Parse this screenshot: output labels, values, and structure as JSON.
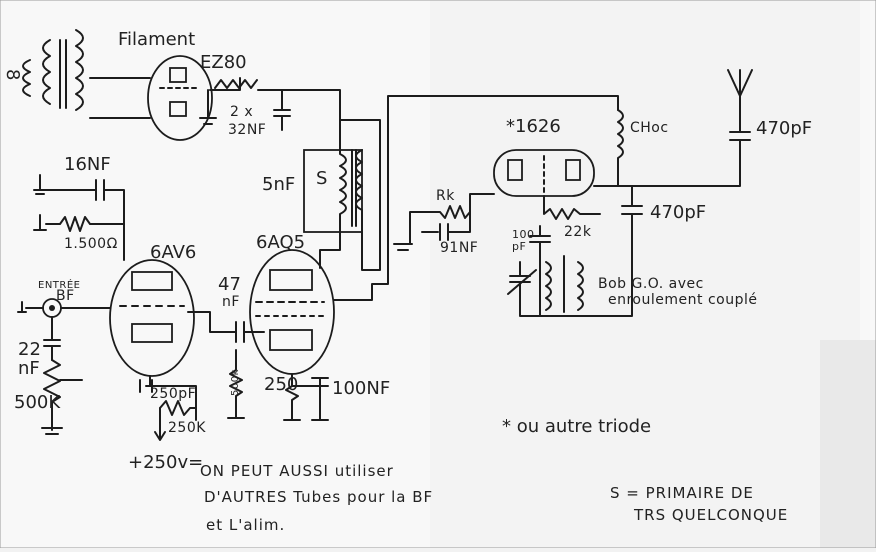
{
  "labels": {
    "transformer_mark": "8",
    "filament": "Filament",
    "ez80": "EZ80",
    "filter_caps_count": "2 x",
    "filter_caps_value": "32NF",
    "c16nf": "16NF",
    "r1500": "1.500Ω",
    "tube_6av6": "6AV6",
    "input_top": "ENTRÉE",
    "input_bottom": "BF",
    "c22_top": "22",
    "c22_bottom": "nF",
    "pot_500k": "500K",
    "c250pf": "250pF",
    "r250k": "250K",
    "b_plus": "+250v=",
    "c47_top": "47",
    "c47_bottom": "nF",
    "tube_6aq5": "6AQ5",
    "r_grid": "500k",
    "r250": "250",
    "c100nf": "100NF",
    "c5nf": "5nF",
    "s_mark": "S",
    "tube_1626": "*1626",
    "choke": "CHoc",
    "c470pf_ant": "470pF",
    "c470pf_tank": "470pF",
    "rk": "Rk",
    "c91nf": "91NF",
    "r22k": "22k",
    "c100pf_top": "100",
    "c100pf_bottom": "pF",
    "bob_go": "Bob G.O. avec",
    "coupled_winding": "enroulement couplé"
  },
  "notes": {
    "star": "* ou autre triode",
    "s_line1": "S = PRIMAIRE DE",
    "s_line2": "TRS QUELCONQUE",
    "line1": "ON PEUT AUSSI utiliser",
    "line2": "D'AUTRES Tubes pour la BF",
    "line3": "et L'alim."
  }
}
